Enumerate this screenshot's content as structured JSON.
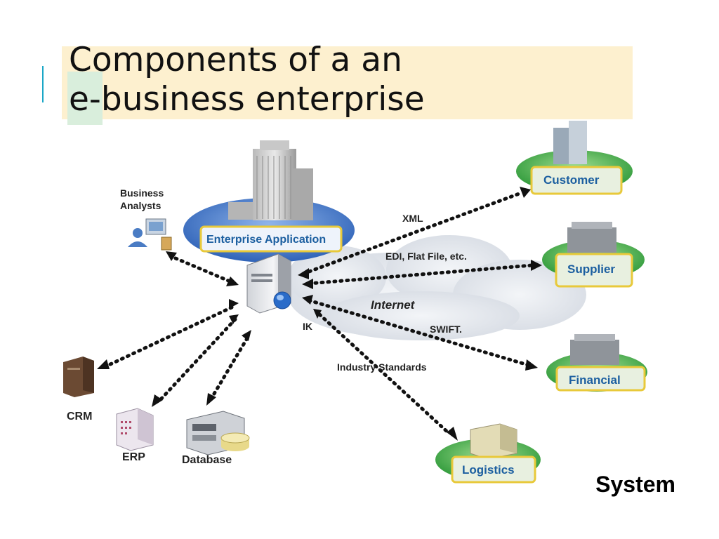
{
  "slide": {
    "title_line1": "Components of a an",
    "title_line2": "e-business enterprise",
    "caption": "System"
  },
  "diagram": {
    "center": "Enterprise Application",
    "cloud": "Internet",
    "analysts_line1": "Business",
    "analysts_line2": "Analysts",
    "internal": [
      "CRM",
      "ERP",
      "Database"
    ],
    "external": [
      "Customer",
      "Supplier",
      "Financial",
      "Logistics"
    ],
    "links": [
      "XML",
      "EDI, Flat File, etc.",
      "SWIFT.",
      "Industry Standards",
      "IK"
    ]
  },
  "colors": {
    "title_bg": "#fdf0cf",
    "accent": "#1ba7c7",
    "badge_border": "#e8c93a",
    "badge_text": "#1c5fa0",
    "platform_green": "#3fa845",
    "platform_blue": "#3a73c9"
  }
}
